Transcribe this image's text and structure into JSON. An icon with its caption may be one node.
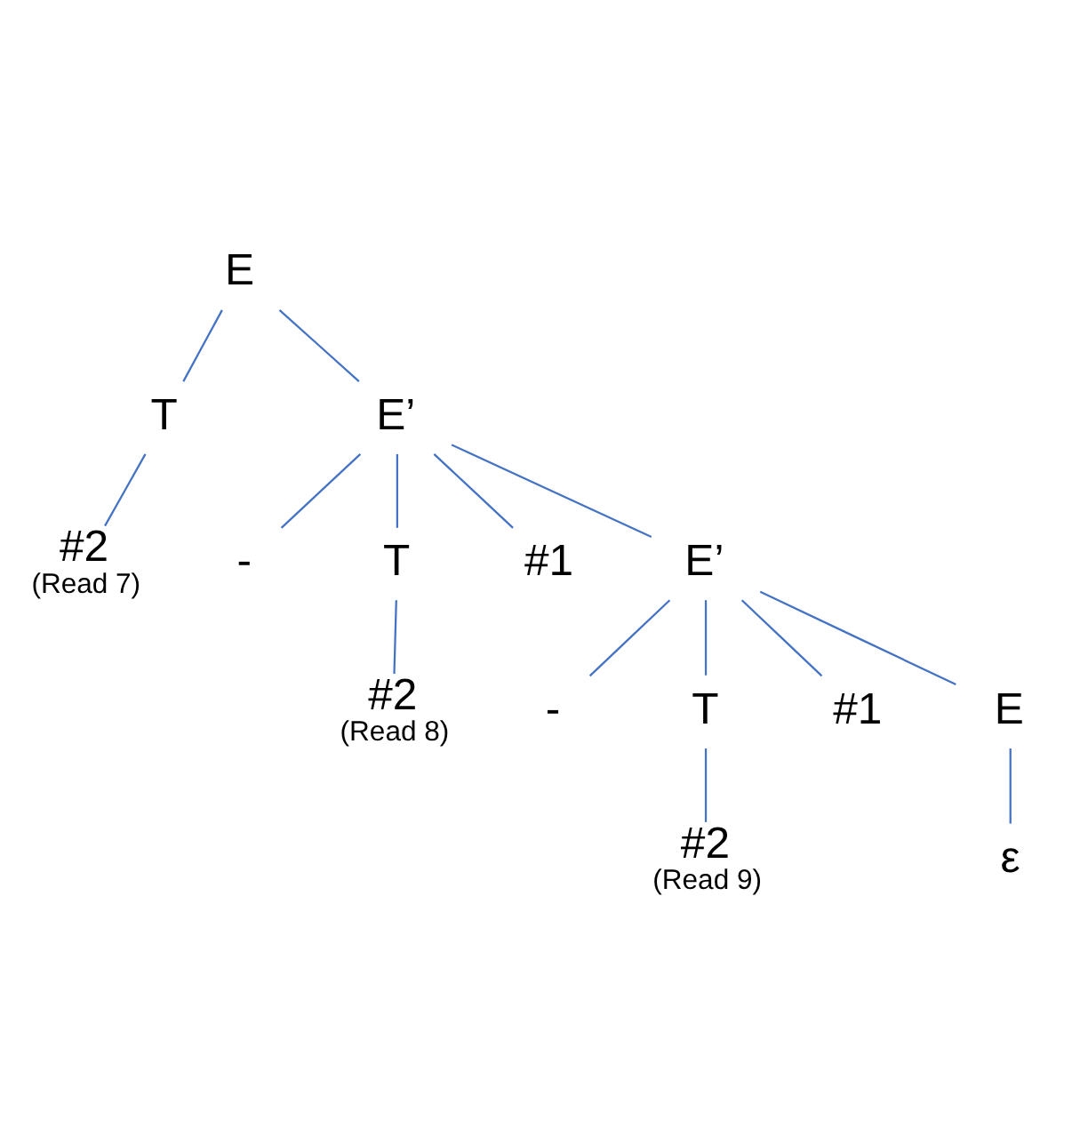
{
  "diagram": {
    "nodes": [
      {
        "text": [
          "E"
        ]
      },
      {
        "text": [
          "T"
        ]
      },
      {
        "text": [
          "E’"
        ]
      },
      {
        "text": [
          "#2"
        ],
        "beside": [
          "(Read 7)"
        ]
      },
      {
        "text": [
          "-"
        ]
      },
      {
        "text": [
          "T"
        ]
      },
      {
        "text": [
          "#1"
        ]
      },
      {
        "text": [
          "E’"
        ]
      },
      {
        "text": [
          "#2"
        ],
        "beside": [
          "(Read 8)"
        ]
      },
      {
        "text": [
          "-"
        ]
      },
      {
        "text": [
          "T"
        ]
      },
      {
        "text": [
          "#1"
        ]
      },
      {
        "text": [
          "E"
        ]
      },
      {
        "text": [
          "#2"
        ],
        "beside": [
          "(Read 9)"
        ]
      },
      {
        "text": [
          "ε"
        ]
      }
    ],
    "edges": [
      {
        "from": 0,
        "to": 1,
        "arrow": "none"
      },
      {
        "from": 0,
        "to": 2,
        "arrow": "none"
      },
      {
        "from": 1,
        "to": 3,
        "arrow": "none"
      },
      {
        "from": 2,
        "to": 4,
        "arrow": "none"
      },
      {
        "from": 2,
        "to": 5,
        "arrow": "none"
      },
      {
        "from": 2,
        "to": 6,
        "arrow": "none"
      },
      {
        "from": 2,
        "to": 7,
        "arrow": "none"
      },
      {
        "from": 5,
        "to": 8,
        "arrow": "none"
      },
      {
        "from": 7,
        "to": 9,
        "arrow": "none"
      },
      {
        "from": 7,
        "to": 10,
        "arrow": "none"
      },
      {
        "from": 7,
        "to": 11,
        "arrow": "none"
      },
      {
        "from": 7,
        "to": 12,
        "arrow": "none"
      },
      {
        "from": 10,
        "to": 13,
        "arrow": "none"
      },
      {
        "from": 12,
        "to": 14,
        "arrow": "none"
      }
    ]
  }
}
